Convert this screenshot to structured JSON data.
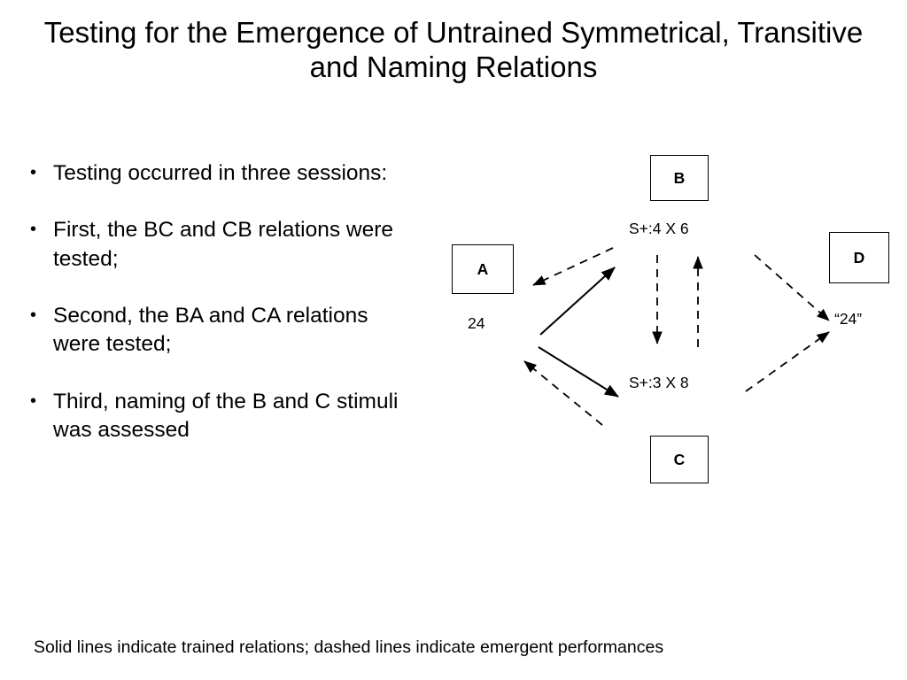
{
  "slide": {
    "title": "Testing for the Emergence of Untrained Symmetrical, Transitive and Naming Relations",
    "footnote": "Solid lines indicate trained relations; dashed lines indicate emergent performances"
  },
  "bullets": [
    {
      "marker": "•",
      "text": "Testing occurred in three sessions:"
    },
    {
      "marker": "•",
      "text": "First, the BC and CB relations were tested;"
    },
    {
      "marker": "•",
      "text": "Second, the BA and CA relations were tested;"
    },
    {
      "marker": "•",
      "text": "Third,  naming of the B and C stimuli was assessed"
    }
  ],
  "diagram": {
    "nodes": [
      {
        "id": "A",
        "label": "A"
      },
      {
        "id": "B",
        "label": "B"
      },
      {
        "id": "C",
        "label": "C"
      },
      {
        "id": "D",
        "label": "D"
      }
    ],
    "labels": [
      {
        "id": "a-stimulus",
        "text": "24"
      },
      {
        "id": "b-stimulus",
        "text": "S+:4 X 6"
      },
      {
        "id": "c-stimulus",
        "text": "S+:3 X 8"
      },
      {
        "id": "d-stimulus",
        "text": "“24”"
      }
    ]
  }
}
